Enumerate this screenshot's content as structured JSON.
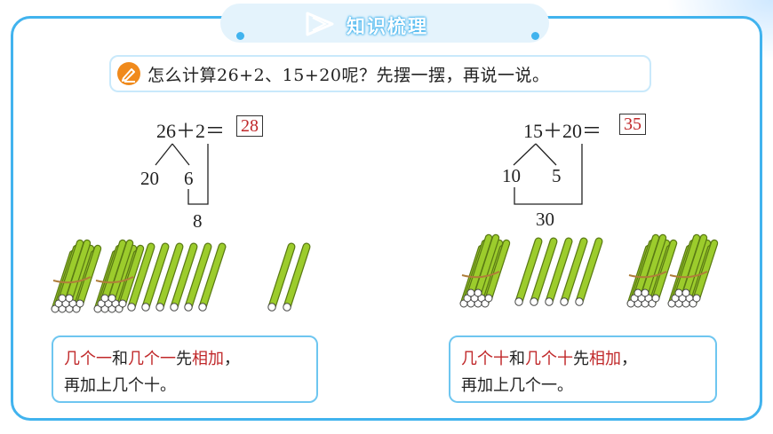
{
  "header": {
    "title": "知识梳理",
    "icon": "play-triangle-icon"
  },
  "question": {
    "icon": "pencil-icon",
    "text": "怎么计算26+2、15+20呢？先摆一摆，再说一说。"
  },
  "left": {
    "equation": "26＋2＝",
    "answer": "28",
    "split_tens": "20",
    "split_ones": "6",
    "sum_ones": "8",
    "bundles": 2,
    "loose_sticks": 6,
    "extra_sticks": 2,
    "rule": {
      "line1_parts": [
        "几个一",
        "和",
        "几个一",
        "先",
        "相加",
        "，"
      ],
      "line2": "再加上几个十。"
    }
  },
  "right": {
    "equation": "15＋20＝",
    "answer": "35",
    "split_tens": "10",
    "split_ones": "5",
    "sum_tens": "30",
    "bundles": 1,
    "loose_sticks": 5,
    "extra_bundles": 2,
    "rule": {
      "line1_parts": [
        "几个十",
        "和",
        "几个十",
        "先",
        "相加",
        "，"
      ],
      "line2": "再加上几个一。"
    }
  },
  "colors": {
    "accent": "#41b3ee",
    "highlight": "#c0282a",
    "stick": "#9ccc2c",
    "icon": "#f08a1c"
  }
}
